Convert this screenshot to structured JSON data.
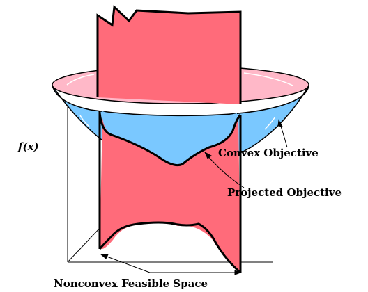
{
  "labels": {
    "y_axis": "f(x)",
    "convex_objective": "Convex Objective",
    "projected_objective": "Projected Objective",
    "feasible_space": "Nonconvex Feasible Space"
  },
  "colors": {
    "bowl_interior": "#ffb8c8",
    "bowl_body": "#7ac8ff",
    "feasible_sheet": "#ff6b7a",
    "outline": "#000000",
    "highlight": "#ffffff"
  }
}
